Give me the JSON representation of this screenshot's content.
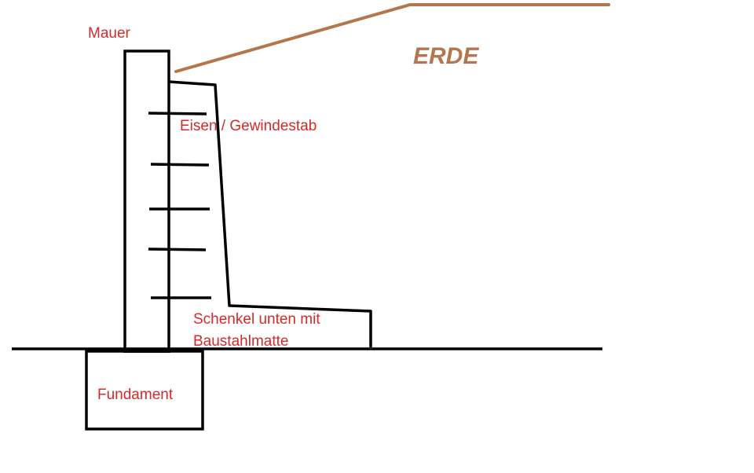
{
  "labels": {
    "wall": "Mauer",
    "rebar": "Eisen / Gewindestab",
    "base_leg_line1": "Schenkel unten mit",
    "base_leg_line2": "Baustahlmatte",
    "foundation": "Fundament",
    "soil": "ERDE"
  },
  "colors": {
    "label_text": "#d42a2a",
    "soil": "#b5764d",
    "lines": "#000000",
    "background": "#ffffff"
  },
  "rebar_count": 5
}
